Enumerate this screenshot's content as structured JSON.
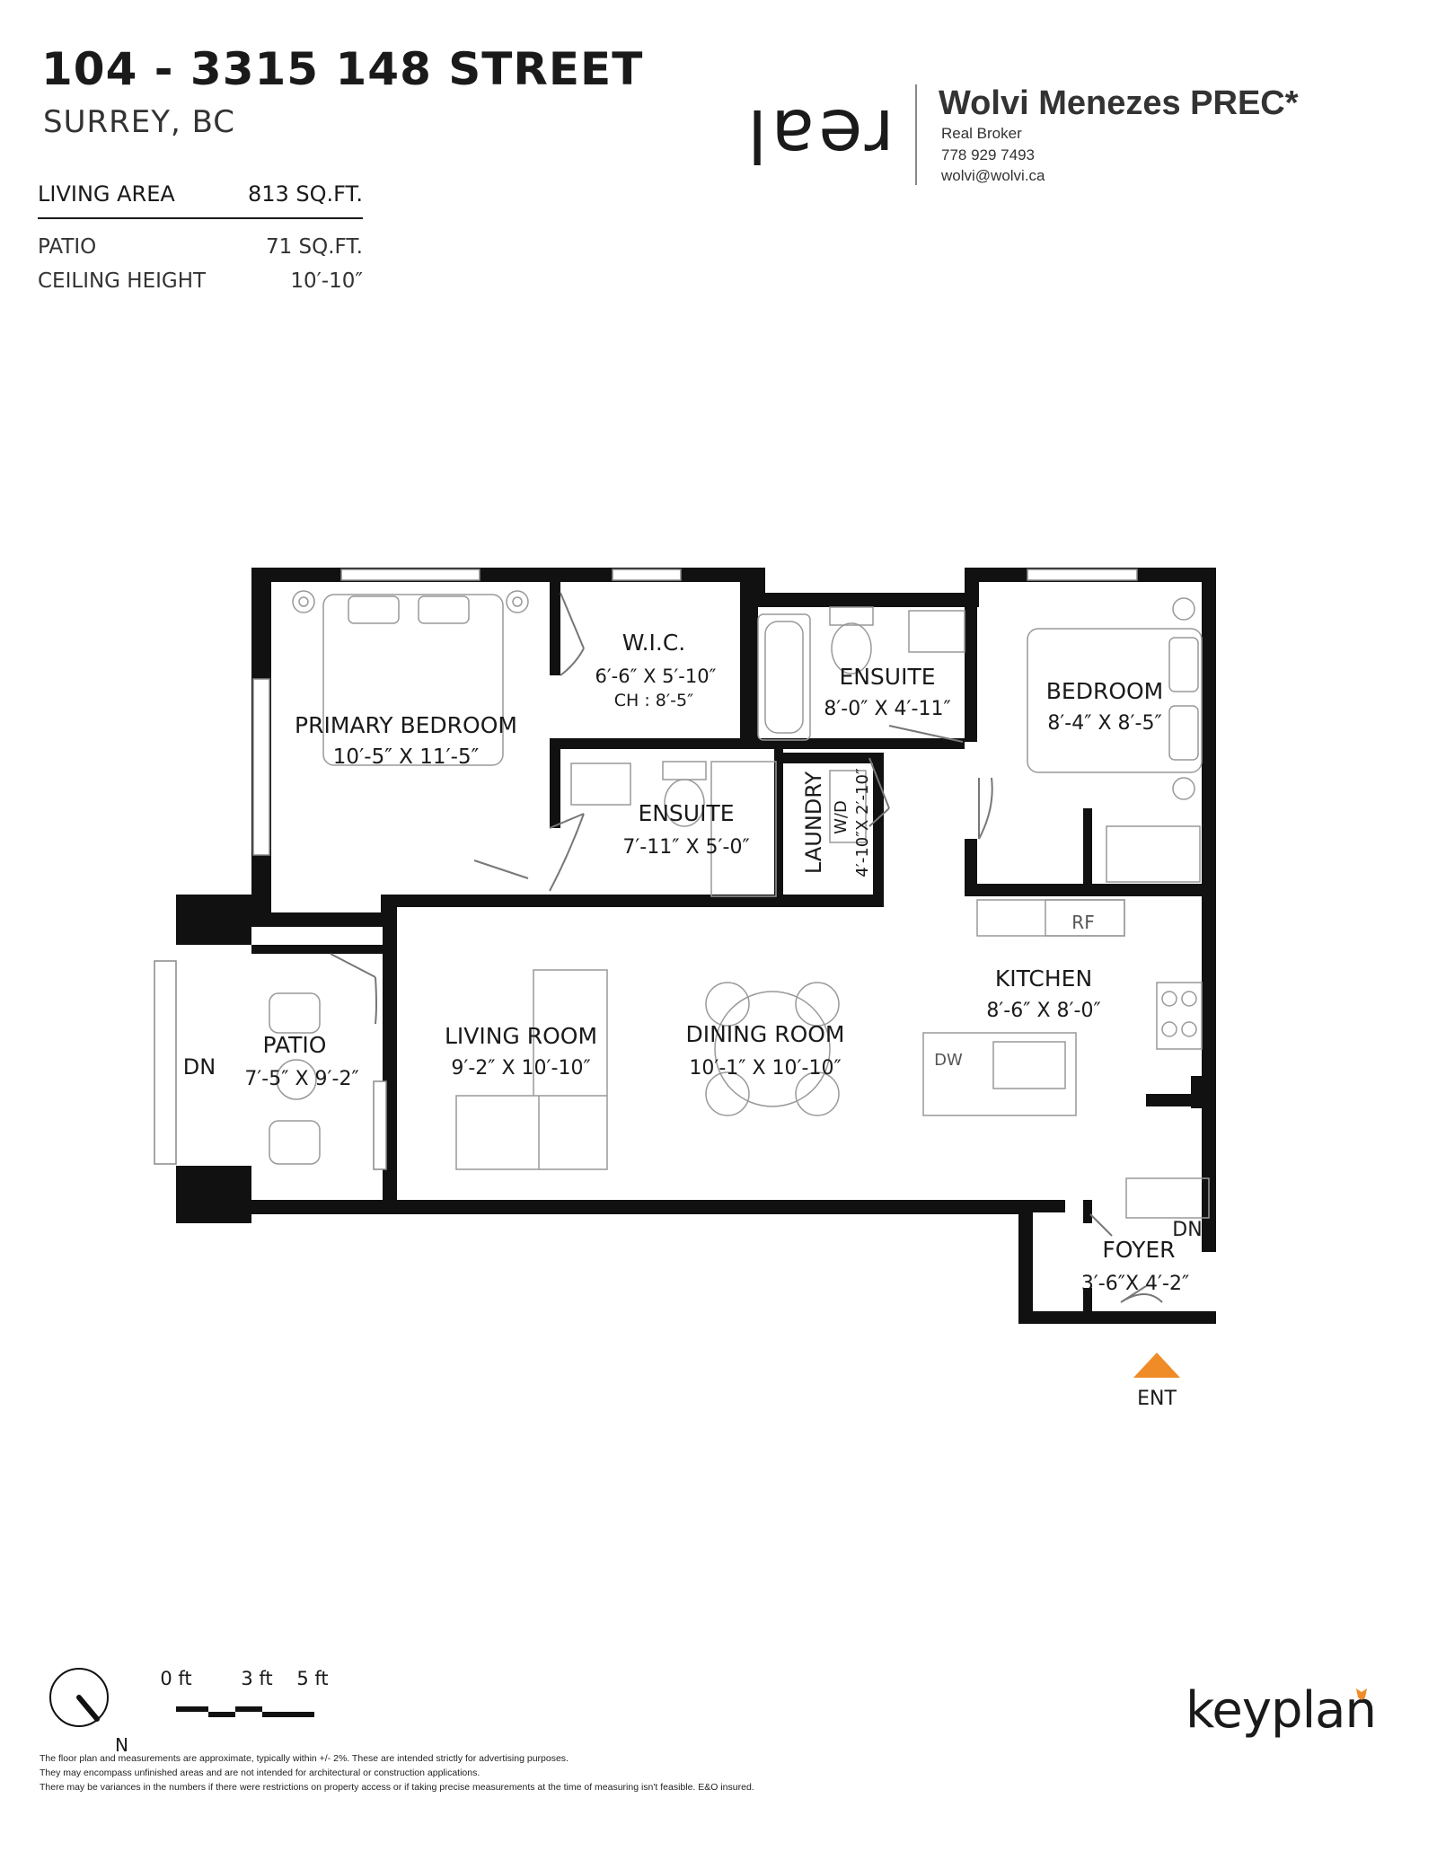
{
  "header": {
    "address": "104 - 3315 148 STREET",
    "city": "SURREY, BC"
  },
  "stats": [
    {
      "label": "LIVING AREA",
      "value": "813 SQ.FT."
    },
    {
      "label": "PATIO",
      "value": "71 SQ.FT."
    },
    {
      "label": "CEILING HEIGHT",
      "value": "10′-10″"
    }
  ],
  "brand": {
    "logo_text": "real",
    "agent_name": "Wolvi Menezes PREC*",
    "agent_title": "Real Broker",
    "phone": "778 929 7493",
    "email": "wolvi@wolvi.ca"
  },
  "rooms": [
    {
      "name": "PRIMARY BEDROOM",
      "dims": "10′-5″  X  11′-5″"
    },
    {
      "name": "W.I.C.",
      "dims": "6′-6″  X  5′-10″",
      "extra": "CH : 8′-5″"
    },
    {
      "name": "ENSUITE",
      "dims": "8′-0″  X  4′-11″"
    },
    {
      "name": "BEDROOM",
      "dims": "8′-4″  X  8′-5″"
    },
    {
      "name": "ENSUITE",
      "dims": "7′-11″  X  5′-0″"
    },
    {
      "name": "LAUNDRY",
      "dims": "4′-10″X 2′-10″",
      "extra": "W/D"
    },
    {
      "name": "KITCHEN",
      "dims": "8′-6″  X  8′-0″"
    },
    {
      "name": "LIVING ROOM",
      "dims": "9′-2″  X  10′-10″"
    },
    {
      "name": "DINING ROOM",
      "dims": "10′-1″  X  10′-10″"
    },
    {
      "name": "PATIO",
      "dims": "7′-5″  X  9′-2″"
    },
    {
      "name": "FOYER",
      "dims": "3′-6″X 4′-2″"
    }
  ],
  "plan_labels": {
    "rf": "RF",
    "dw": "DW",
    "dn": "DN",
    "ent": "ENT"
  },
  "scale": {
    "labels": [
      "0 ft",
      "3 ft",
      "5 ft"
    ],
    "north": "N"
  },
  "footer": {
    "lines": [
      "The floor plan and measurements are approximate, typically within +/- 2%. These are intended strictly for advertising purposes.",
      "They may encompass unfinished areas and are not intended for architectural or construction applications.",
      "There may be variances in the numbers if there were restrictions on property access or if taking precise measurements at the time of measuring isn't feasible. E&O insured."
    ],
    "keyplan": "keyplan"
  },
  "colors": {
    "wall": "#111111",
    "fixture": "#999999",
    "entry_arrow": "#f08c28",
    "keyplan_fox": "#f08c28"
  }
}
